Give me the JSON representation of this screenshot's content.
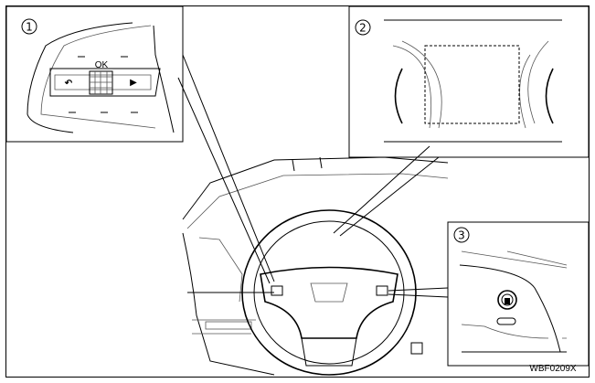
{
  "figure": {
    "code": "WBF0209X",
    "callouts": [
      "1",
      "2",
      "3"
    ],
    "inset1": {
      "button_label": "OK",
      "left_button_icon": "back-icon",
      "right_button_icon": "play-icon"
    },
    "inset2": {
      "description_icon": "meter-display-area-icon"
    },
    "inset3": {
      "button_icon": "vehicle-button-icon"
    }
  }
}
